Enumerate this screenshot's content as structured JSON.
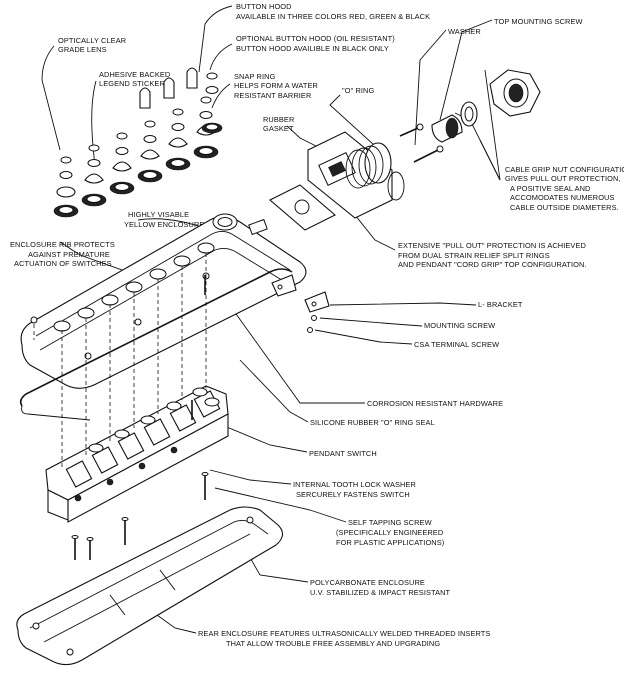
{
  "labels": {
    "button_hood": "BUTTON HOOD",
    "button_hood_desc": "AVAILABLE IN THREE COLORS RED, GREEN & BLACK",
    "optional_button_hood_1": "OPTIONAL BUTTON HOOD (OIL RESISTANT)",
    "optional_button_hood_2": "BUTTON HOOD AVAILIBLE IN BLACK ONLY",
    "optically_clear_1": "OPTICALLY CLEAR",
    "optically_clear_2": "GRADE LENS",
    "adhesive_1": "ADHESIVE BACKED",
    "adhesive_2": "LEGEND STICKER",
    "snap_ring_1": "SNAP RING",
    "snap_ring_2": "HELPS FORM A WATER",
    "snap_ring_3": "RESISTANT BARRIER",
    "washer": "WASHER",
    "top_mounting_screw": "TOP MOUNTING SCREW",
    "o_ring": "\"O\" RING",
    "rubber_gasket_1": "RUBBER",
    "rubber_gasket_2": "GASKET",
    "cable_grip_1": "CABLE GRIP NUT CONFIGURATION,",
    "cable_grip_2": "GIVES PULL OUT PROTECTION,",
    "cable_grip_3": "A POSITIVE SEAL AND",
    "cable_grip_4": "ACCOMODATES NUMEROUS",
    "cable_grip_5": "CABLE OUTSIDE DIAMETERS.",
    "highly_visable_1": "HIGHLY VISABLE",
    "highly_visable_2": "YELLOW ENCLOSURE",
    "rib_1": "ENCLOSURE RIB PROTECTS",
    "rib_2": "AGAINST PREMATURE",
    "rib_3": "ACTUATION OF SWITCHES",
    "pull_out_1": "EXTENSIVE \"PULL OUT\" PROTECTION IS ACHIEVED",
    "pull_out_2": "FROM DUAL STRAIN RELIEF SPLIT RINGS",
    "pull_out_3": "AND PENDANT \"CORD GRIP\" TOP CONFIGURATION.",
    "l_bracket": "L- BRACKET",
    "mounting_screw": "MOUNTING SCREW",
    "csa_terminal_screw": "CSA TERMINAL SCREW",
    "corrosion_resistant": "CORROSION RESISTANT HARDWARE",
    "silicone_rubber": "SILICONE RUBBER \"O\" RING SEAL",
    "pendant_switch": "PENDANT SWITCH",
    "internal_tooth_1": "INTERNAL TOOTH LOCK WASHER",
    "internal_tooth_2": "SERCURELY FASTENS SWITCH",
    "self_tapping_1": "SELF TAPPING SCREW",
    "self_tapping_2": "(SPECIFICALLY ENGINEERED",
    "self_tapping_3": "FOR PLASTIC APPLICATIONS)",
    "polycarbonate_1": "POLYCARBONATE ENCLOSURE",
    "polycarbonate_2": "U.V. STABILIZED & IMPACT RESISTANT",
    "rear_enclosure_1": "REAR ENCLOSURE FEATURES ULTRASONICALLY WELDED THREADED INSERTS",
    "rear_enclosure_2": "THAT ALLOW TROUBLE FREE ASSEMBLY AND UPGRADING"
  }
}
